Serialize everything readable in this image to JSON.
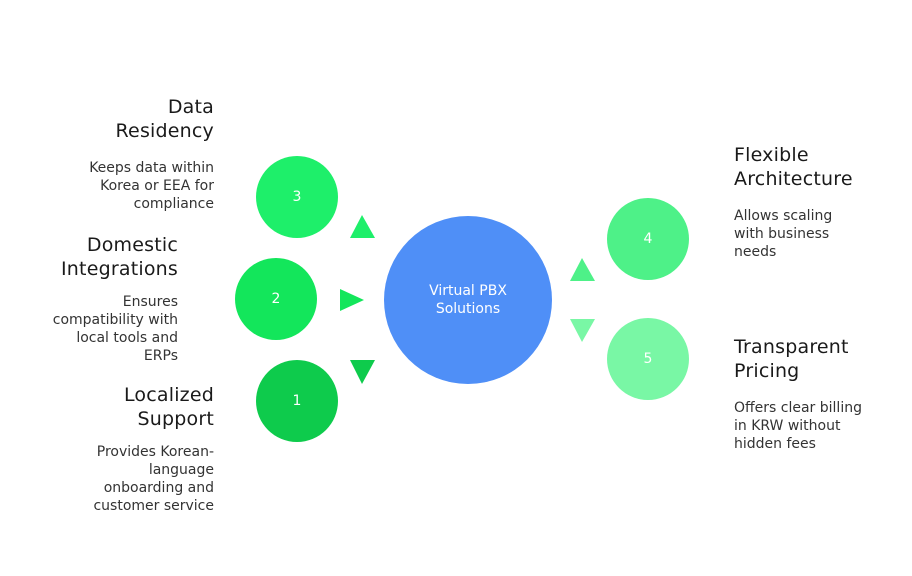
{
  "center": {
    "line1": "Virtual PBX",
    "line2": "Solutions"
  },
  "items": [
    {
      "number": "1",
      "title_line1": "Localized",
      "title_line2": "Support",
      "desc_lines": [
        "Provides Korean-",
        "language",
        "onboarding and",
        "customer service"
      ],
      "color": "#0ecb4c"
    },
    {
      "number": "2",
      "title_line1": "Domestic",
      "title_line2": "Integrations",
      "desc_lines": [
        "Ensures",
        "compatibility with",
        "local tools and",
        "ERPs"
      ],
      "color": "#13e65b"
    },
    {
      "number": "3",
      "title_line1": "Data",
      "title_line2": "Residency",
      "desc_lines": [
        "Keeps data within",
        "Korea or EEA for",
        "compliance"
      ],
      "color": "#1eef6a"
    },
    {
      "number": "4",
      "title_line1": "Flexible",
      "title_line2": "Architecture",
      "desc_lines": [
        "Allows scaling",
        "with business",
        "needs"
      ],
      "color": "#4ef188"
    },
    {
      "number": "5",
      "title_line1": "Transparent",
      "title_line2": "Pricing",
      "desc_lines": [
        "Offers clear billing",
        "in KRW without",
        "hidden fees"
      ],
      "color": "#79f7a5"
    }
  ],
  "colors": {
    "center": "#4f8ff7",
    "arrow_dark": "#0ecb4c",
    "arrow_mid": "#13e65b",
    "arrow_light": "#4ef188",
    "arrow_pale": "#79f7a5"
  }
}
